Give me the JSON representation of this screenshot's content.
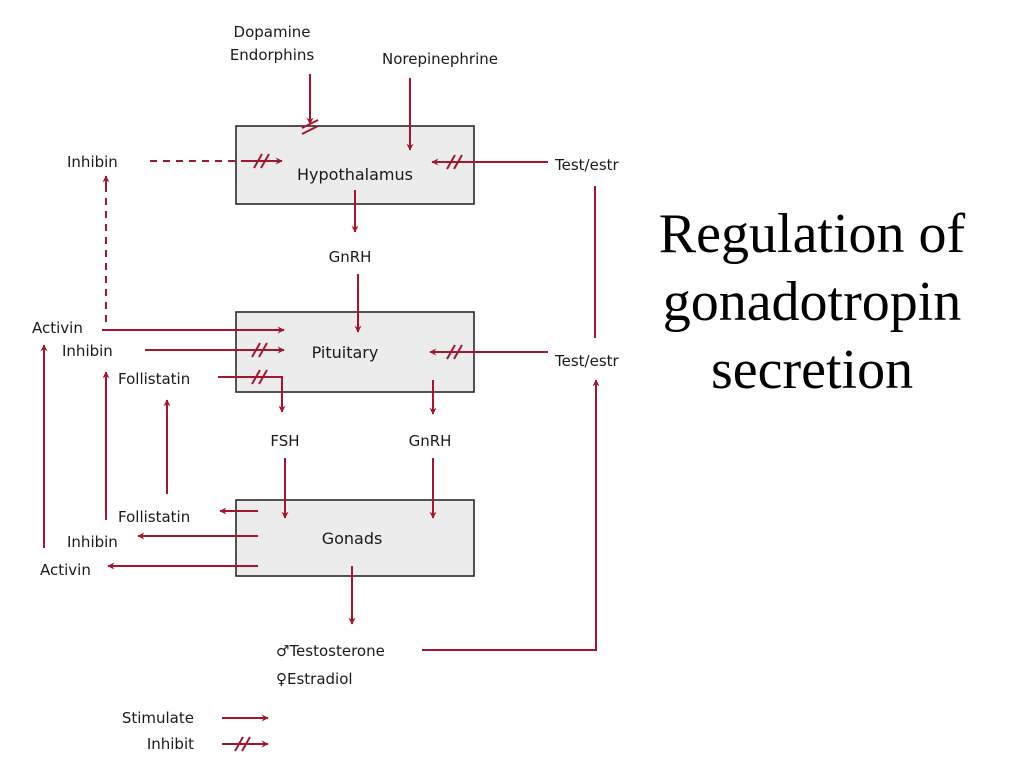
{
  "title_lines": [
    "Regulation of",
    "gonadotropin",
    "secretion"
  ],
  "colors": {
    "arrow": "#a01830",
    "box_fill": "#ececec",
    "box_stroke": "#2a2a2a",
    "text": "#1a1a1a"
  },
  "boxes": {
    "hypothalamus": "Hypothalamus",
    "pituitary": "Pituitary",
    "gonads": "Gonads"
  },
  "labels": {
    "dopamine": "Dopamine",
    "endorphins": "Endorphins",
    "norepinephrine": "Norepinephrine",
    "gnrh_top": "GnRH",
    "inhibin_top": "Inhibin",
    "test_estr_top": "Test/estr",
    "activin_mid": "Activin",
    "inhibin_mid": "Inhibin",
    "follistatin_mid": "Follistatin",
    "test_estr_mid": "Test/estr",
    "fsh": "FSH",
    "gnrh_lower": "GnRH",
    "follistatin_low": "Follistatin",
    "inhibin_low": "Inhibin",
    "activin_low": "Activin",
    "testosterone": "♂Testosterone",
    "estradiol": "♀Estradiol"
  },
  "legend": {
    "stimulate": "Stimulate",
    "inhibit": "Inhibit"
  }
}
